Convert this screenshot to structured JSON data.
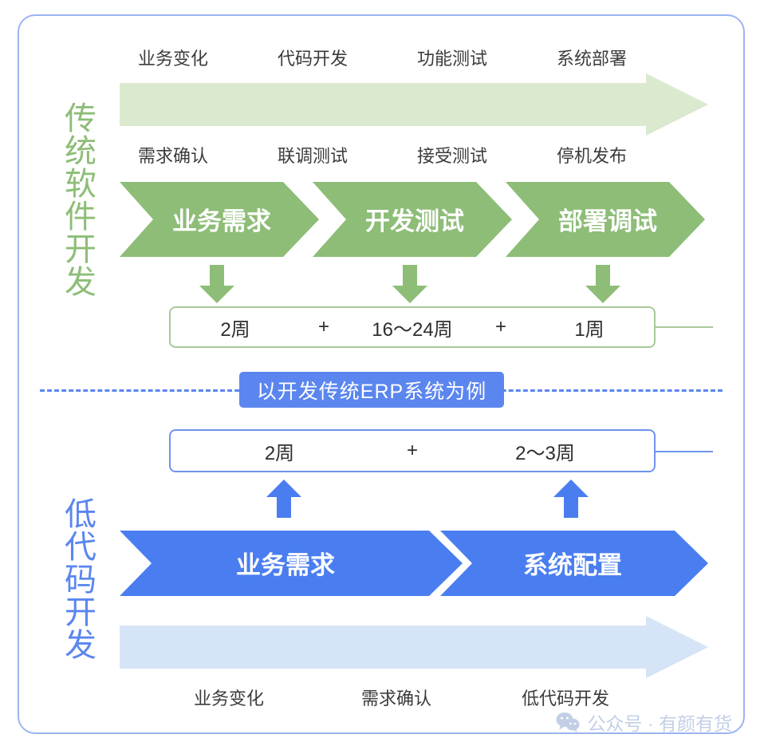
{
  "diagram": {
    "title_hidden": "",
    "colors": {
      "green_solid": "#8dbd77",
      "green_light": "#dbeace",
      "green_border": "#a9c99a",
      "blue_solid": "#4a7ef0",
      "blue_badge": "#5b86ef",
      "blue_light": "#d6e4f7",
      "blue_border": "#6e93ef",
      "frame_border": "#9bb4f2",
      "text_dark": "#3b3b3b",
      "watermark": "#c3cfe6"
    },
    "traditional": {
      "side_label": "传统软件开发",
      "top_labels": [
        "业务变化",
        "代码开发",
        "功能测试",
        "系统部署"
      ],
      "second_labels": [
        "需求确认",
        "联调测试",
        "接受测试",
        "停机发布"
      ],
      "phases": [
        "业务需求",
        "开发测试",
        "部署调试"
      ],
      "duration": {
        "items": [
          "2周",
          "16～24周",
          "1周"
        ],
        "separators": [
          "+",
          "+"
        ]
      }
    },
    "divider": {
      "badge": "以开发传统ERP系统为例"
    },
    "lowcode": {
      "side_label": "低代码开发",
      "duration": {
        "items": [
          "2周",
          "2～3周"
        ],
        "separators": [
          "+"
        ]
      },
      "phases": [
        "业务需求",
        "系统配置"
      ],
      "bottom_labels": [
        "业务变化",
        "需求确认",
        "低代码开发"
      ]
    },
    "watermark": {
      "icon": "wechat-icon",
      "text": "公众号 · 有颜有货"
    }
  }
}
